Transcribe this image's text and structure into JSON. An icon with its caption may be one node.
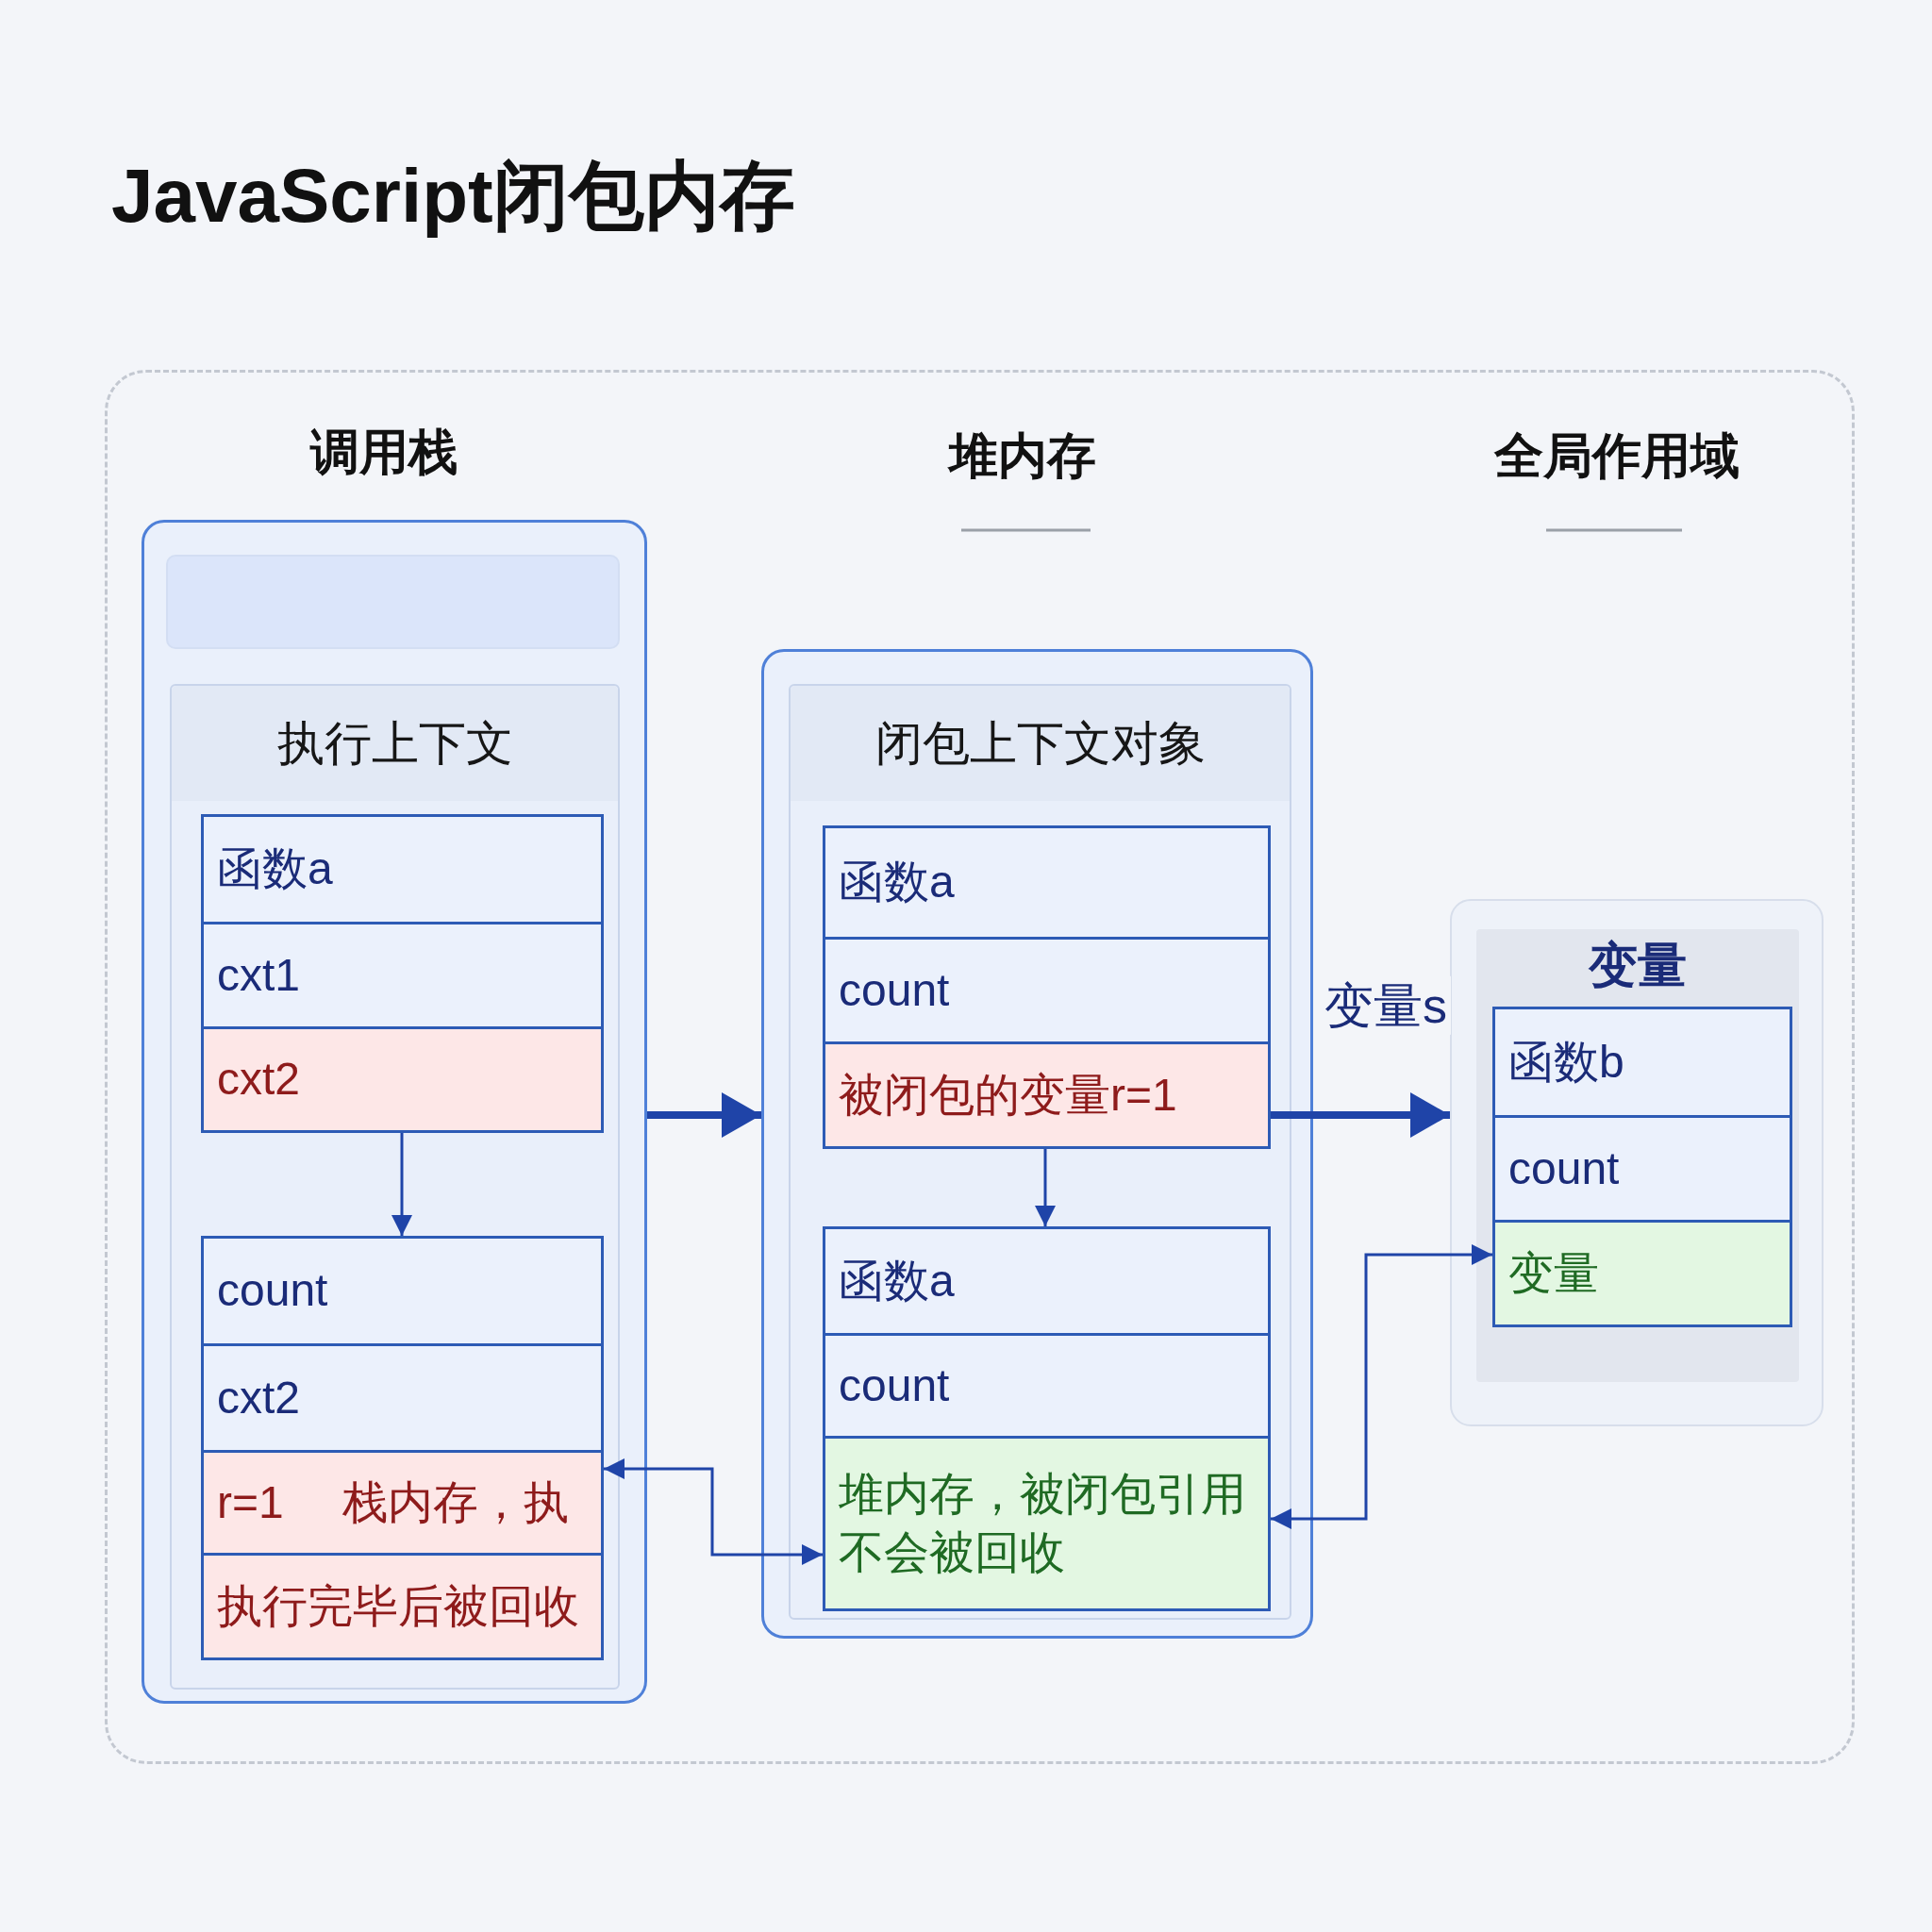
{
  "diagram": {
    "title": "JavaScript闭包内存",
    "nodes": [
      {
        "text": [],
        "shape": "box"
      },
      {
        "text": [],
        "shape": "box",
        "in": 0
      },
      {
        "text": [],
        "shape": "box",
        "in": 1
      },
      {
        "text": [
          "执行上下文"
        ],
        "in": 1
      },
      {
        "text": [
          "函数a"
        ],
        "in": 3
      },
      {
        "text": [
          "cxt1"
        ],
        "in": 3
      },
      {
        "text": [
          "cxt2"
        ],
        "in": 3
      },
      {
        "text": [
          "count"
        ],
        "in": 3
      },
      {
        "text": [
          "cxt2"
        ],
        "in": 3
      },
      {
        "text": [
          "r=1",
          "栈内存，执"
        ],
        "in": 3
      },
      {
        "text": [
          "执行完毕后被回收"
        ],
        "in": 3
      },
      {
        "text": [],
        "shape": "box",
        "in": 0
      },
      {
        "text": [
          "闭包上下文对象"
        ],
        "in": 11
      },
      {
        "text": [
          "函数a"
        ],
        "in": 12
      },
      {
        "text": [
          "count"
        ],
        "in": 12
      },
      {
        "text": [
          "被闭包的变量r=1"
        ],
        "in": 12
      },
      {
        "text": [
          "函数a"
        ],
        "in": 12
      },
      {
        "text": [
          "count"
        ],
        "in": 12
      },
      {
        "text": [
          "堆内存，被闭包引用不会被回收"
        ],
        "in": 12
      },
      {
        "text": [],
        "shape": "box",
        "in": 0
      },
      {
        "text": [
          "变量"
        ],
        "in": 19
      },
      {
        "text": [
          "函数b"
        ],
        "in": 20
      },
      {
        "text": [
          "count"
        ],
        "in": 20
      },
      {
        "text": [
          "变量"
        ],
        "in": 20
      }
    ],
    "edges": [
      {
        "from": 1,
        "to": 11,
        "arrow": "to",
        "style": "thick"
      },
      {
        "from": 6,
        "to": 7,
        "arrow": "to"
      },
      {
        "from": 15,
        "to": 16,
        "arrow": "to"
      },
      {
        "from": 15,
        "to": 19,
        "arrow": "to",
        "style": "thick",
        "label": "变量s"
      },
      {
        "from": 23,
        "to": 18,
        "arrow": "both"
      },
      {
        "from": 9,
        "to": 18,
        "arrow": "both"
      }
    ],
    "labels": [
      "调用栈",
      "堆内存",
      "全局作用域"
    ]
  }
}
